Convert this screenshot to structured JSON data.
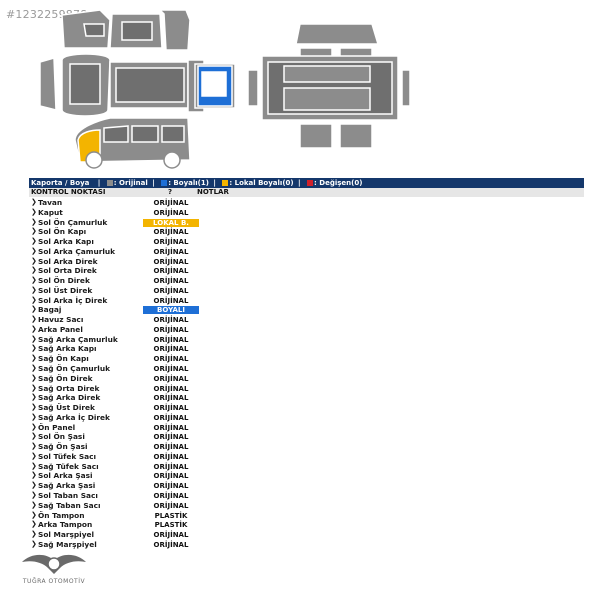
{
  "ad_id": "#1232259878",
  "legend": {
    "section": "Kaporta / Boya",
    "items": [
      {
        "label": ": Orijinal",
        "color": "#8c8c8c"
      },
      {
        "label": ": Boyalı(1)",
        "color": "#1e6fd6"
      },
      {
        "label": ": Lokal Boyalı(0)",
        "color": "#f3b400"
      },
      {
        "label": ": Değişen(0)",
        "color": "#d0202a"
      }
    ],
    "separator": "|"
  },
  "table": {
    "col_point": "KONTROL NOKTASI",
    "col_q": "?",
    "col_notes": "NOTLAR",
    "rows": [
      {
        "name": "Tavan",
        "status": "ORİJİNAL",
        "type": "orj"
      },
      {
        "name": "Kaput",
        "status": "ORİJİNAL",
        "type": "orj"
      },
      {
        "name": "Sol Ön Çamurluk",
        "status": "LOKAL B.",
        "type": "lok"
      },
      {
        "name": "Sol Ön Kapı",
        "status": "ORİJİNAL",
        "type": "orj"
      },
      {
        "name": "Sol Arka Kapı",
        "status": "ORİJİNAL",
        "type": "orj"
      },
      {
        "name": "Sol Arka Çamurluk",
        "status": "ORİJİNAL",
        "type": "orj"
      },
      {
        "name": "Sol Arka Direk",
        "status": "ORİJİNAL",
        "type": "orj"
      },
      {
        "name": "Sol Orta Direk",
        "status": "ORİJİNAL",
        "type": "orj"
      },
      {
        "name": "Sol Ön Direk",
        "status": "ORİJİNAL",
        "type": "orj"
      },
      {
        "name": "Sol Üst Direk",
        "status": "ORİJİNAL",
        "type": "orj"
      },
      {
        "name": "Sol Arka İç Direk",
        "status": "ORİJİNAL",
        "type": "orj"
      },
      {
        "name": "Bagaj",
        "status": "BOYALI",
        "type": "boy"
      },
      {
        "name": "Havuz Sacı",
        "status": "ORİJİNAL",
        "type": "orj"
      },
      {
        "name": "Arka Panel",
        "status": "ORİJİNAL",
        "type": "orj"
      },
      {
        "name": "Sağ Arka Çamurluk",
        "status": "ORİJİNAL",
        "type": "orj"
      },
      {
        "name": "Sağ Arka Kapı",
        "status": "ORİJİNAL",
        "type": "orj"
      },
      {
        "name": "Sağ Ön Kapı",
        "status": "ORİJİNAL",
        "type": "orj"
      },
      {
        "name": "Sağ Ön Çamurluk",
        "status": "ORİJİNAL",
        "type": "orj"
      },
      {
        "name": "Sağ Ön Direk",
        "status": "ORİJİNAL",
        "type": "orj"
      },
      {
        "name": "Sağ Orta Direk",
        "status": "ORİJİNAL",
        "type": "orj"
      },
      {
        "name": "Sağ Arka Direk",
        "status": "ORİJİNAL",
        "type": "orj"
      },
      {
        "name": "Sağ Üst Direk",
        "status": "ORİJİNAL",
        "type": "orj"
      },
      {
        "name": "Sağ Arka İç Direk",
        "status": "ORİJİNAL",
        "type": "orj"
      },
      {
        "name": "Ön Panel",
        "status": "ORİJİNAL",
        "type": "orj"
      },
      {
        "name": "Sol Ön Şasi",
        "status": "ORİJİNAL",
        "type": "orj"
      },
      {
        "name": "Sağ Ön Şasi",
        "status": "ORİJİNAL",
        "type": "orj"
      },
      {
        "name": "Sol Tüfek Sacı",
        "status": "ORİJİNAL",
        "type": "orj"
      },
      {
        "name": "Sağ Tüfek Sacı",
        "status": "ORİJİNAL",
        "type": "orj"
      },
      {
        "name": "Sol Arka Şasi",
        "status": "ORİJİNAL",
        "type": "orj"
      },
      {
        "name": "Sağ Arka Şasi",
        "status": "ORİJİNAL",
        "type": "orj"
      },
      {
        "name": "Sol Taban Sacı",
        "status": "ORİJİNAL",
        "type": "orj"
      },
      {
        "name": "Sağ Taban Sacı",
        "status": "ORİJİNAL",
        "type": "orj"
      },
      {
        "name": "Ön Tampon",
        "status": "PLASTİK",
        "type": "pls"
      },
      {
        "name": "Arka Tampon",
        "status": "PLASTİK",
        "type": "pls"
      },
      {
        "name": "Sol Marşpiyel",
        "status": "ORİJİNAL",
        "type": "orj"
      },
      {
        "name": "Sağ Marşpiyel",
        "status": "ORİJİNAL",
        "type": "orj"
      }
    ]
  },
  "logo": {
    "text": "TUĞRA OTOMOTİV"
  },
  "colors": {
    "original": "#8c8c8c",
    "painted": "#1e6fd6",
    "local": "#f3b400",
    "changed": "#d0202a",
    "header": "#14376b"
  }
}
